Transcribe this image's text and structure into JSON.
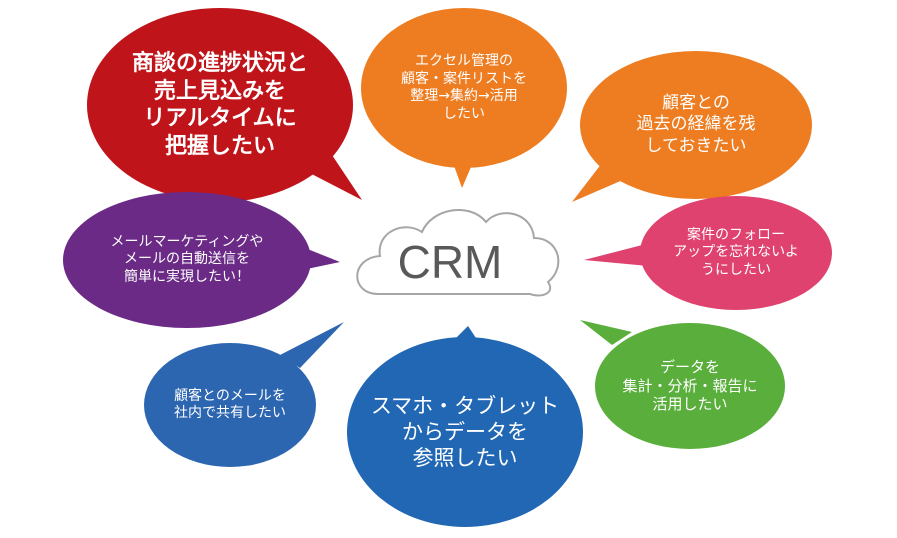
{
  "center": {
    "label": "CRM"
  },
  "bubbles": [
    {
      "id": "b1",
      "color": "#c0141b",
      "lines": [
        "商談の進捗状況と",
        "売上見込みを",
        "リアルタイムに",
        "把握したい"
      ]
    },
    {
      "id": "b2",
      "color": "#ee7d22",
      "lines": [
        "エクセル管理の",
        "顧客・案件リストを",
        "整理→集約→活用",
        "したい"
      ]
    },
    {
      "id": "b3",
      "color": "#ee7d22",
      "lines": [
        "顧客との",
        "過去の経緯を残",
        "しておきたい"
      ]
    },
    {
      "id": "b4",
      "color": "#e0426f",
      "lines": [
        "案件のフォロー",
        "アップを忘れないよ",
        "うにしたい"
      ]
    },
    {
      "id": "b5",
      "color": "#5aae3c",
      "lines": [
        "データを",
        "集計・分析・報告に",
        "活用したい"
      ]
    },
    {
      "id": "b6",
      "color": "#2167b4",
      "lines": [
        "スマホ・タブレット",
        "からデータを",
        "参照したい"
      ]
    },
    {
      "id": "b7",
      "color": "#2d66b0",
      "lines": [
        "顧客とのメールを",
        "社内で共有したい"
      ]
    },
    {
      "id": "b8",
      "color": "#6a2a86",
      "lines": [
        "メールマーケティングや",
        "メールの自動送信を",
        "簡単に実現したい！"
      ]
    }
  ]
}
